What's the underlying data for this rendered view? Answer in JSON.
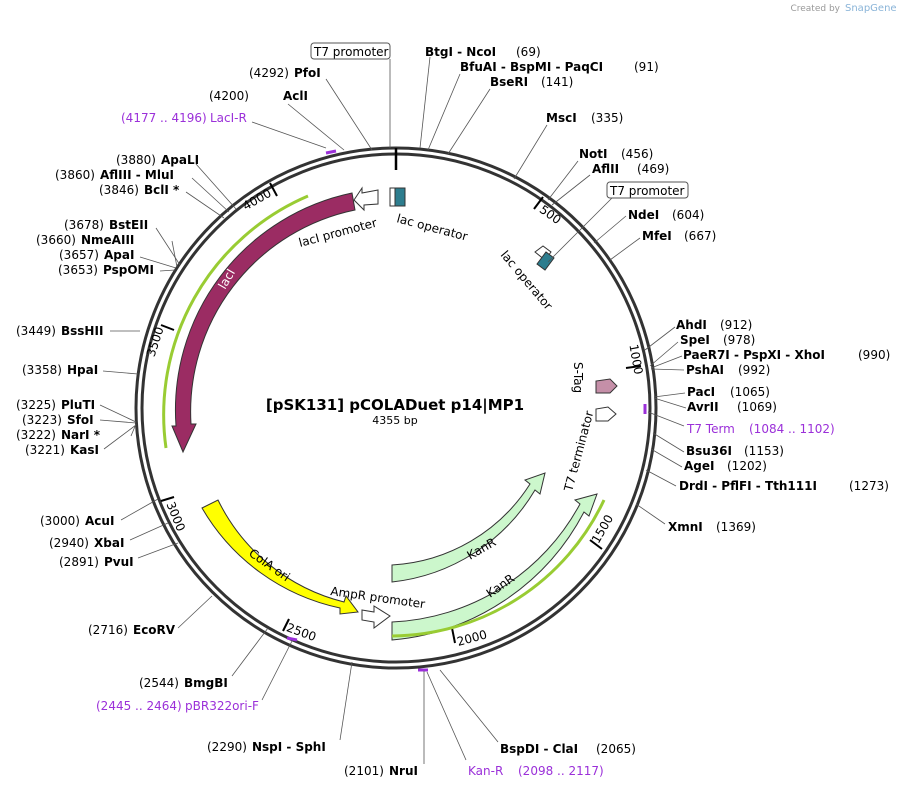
{
  "credit": {
    "text": "Created by",
    "brand": "SnapGene"
  },
  "map": {
    "title": "[pSK131] pCOLADuet p14|MP1",
    "length": "4355 bp"
  },
  "ticks": [
    "500",
    "1000",
    "1500",
    "2000",
    "2500",
    "3000",
    "3500",
    "4000"
  ],
  "sites": [
    {
      "name": "T7 promoter",
      "pos": "",
      "boxed": true
    },
    {
      "name": "PfoI",
      "pos": "(4292)"
    },
    {
      "name": "AclI",
      "pos": "(4200)"
    },
    {
      "name": "LacI-R",
      "pos": "(4177 .. 4196)",
      "primer": true
    },
    {
      "name": "ApaLI",
      "pos": "(3880)"
    },
    {
      "name": "AflIII  -  MluI",
      "pos": "(3860)"
    },
    {
      "name": "BclI *",
      "pos": "(3846)"
    },
    {
      "name": "BstEII",
      "pos": "(3678)"
    },
    {
      "name": "NmeAIII",
      "pos": "(3660)"
    },
    {
      "name": "ApaI",
      "pos": "(3657)"
    },
    {
      "name": "PspOMI",
      "pos": "(3653)"
    },
    {
      "name": "BssHII",
      "pos": "(3449)"
    },
    {
      "name": "HpaI",
      "pos": "(3358)"
    },
    {
      "name": "PluTI",
      "pos": "(3225)"
    },
    {
      "name": "SfoI",
      "pos": "(3223)"
    },
    {
      "name": "NarI *",
      "pos": "(3222)"
    },
    {
      "name": "KasI",
      "pos": "(3221)"
    },
    {
      "name": "AcuI",
      "pos": "(3000)"
    },
    {
      "name": "XbaI",
      "pos": "(2940)"
    },
    {
      "name": "PvuI",
      "pos": "(2891)"
    },
    {
      "name": "EcoRV",
      "pos": "(2716)"
    },
    {
      "name": "BmgBI",
      "pos": "(2544)"
    },
    {
      "name": "pBR322ori-F",
      "pos": "(2445 .. 2464)",
      "primer": true
    },
    {
      "name": "NspI  -  SphI",
      "pos": "(2290)"
    },
    {
      "name": "NruI",
      "pos": "(2101)"
    },
    {
      "name": "Kan-R",
      "pos": "(2098 .. 2117)",
      "primer": true
    },
    {
      "name": "BspDI  -  ClaI",
      "pos": "(2065)"
    },
    {
      "name": "BtgI  -  NcoI",
      "pos": "(69)"
    },
    {
      "name": "BfuAI  -  BspMI  -  PaqCI",
      "pos": "(91)"
    },
    {
      "name": "BseRI",
      "pos": "(141)"
    },
    {
      "name": "MscI",
      "pos": "(335)"
    },
    {
      "name": "NotI",
      "pos": "(456)"
    },
    {
      "name": "AflII",
      "pos": "(469)"
    },
    {
      "name": "T7 promoter",
      "pos": "",
      "boxed": true
    },
    {
      "name": "NdeI",
      "pos": "(604)"
    },
    {
      "name": "MfeI",
      "pos": "(667)"
    },
    {
      "name": "AhdI",
      "pos": "(912)"
    },
    {
      "name": "SpeI",
      "pos": "(978)"
    },
    {
      "name": "PaeR7I  -  PspXI  -  XhoI",
      "pos": "(990)"
    },
    {
      "name": "PshAI",
      "pos": "(992)"
    },
    {
      "name": "PacI",
      "pos": "(1065)"
    },
    {
      "name": "AvrII",
      "pos": "(1069)"
    },
    {
      "name": "T7 Term",
      "pos": "(1084 .. 1102)",
      "primer": true
    },
    {
      "name": "Bsu36I",
      "pos": "(1153)"
    },
    {
      "name": "AgeI",
      "pos": "(1202)"
    },
    {
      "name": "DrdI  -  PflFI  -  Tth111I",
      "pos": "(1273)"
    },
    {
      "name": "XmnI",
      "pos": "(1369)"
    }
  ],
  "features": {
    "lacI": "lacI",
    "lacI_promoter": "lacI promoter",
    "lac_operator_1": "lac operator",
    "lac_operator_2": "lac operator",
    "s_tag": "S-Tag",
    "t7_terminator": "T7 terminator",
    "kanr_inner": "KanR",
    "kanr_outer": "KanR",
    "cola_ori": "ColA ori",
    "ampr_promoter": "AmpR promoter"
  },
  "colors": {
    "lacI": "#9b2c63",
    "kanR": "#ccf7cc",
    "colA": "#ffff00",
    "primer": "#9b30d9",
    "operator": "#2d7d8e",
    "stag": "#c58fa8",
    "highlight": "#99cc33"
  }
}
